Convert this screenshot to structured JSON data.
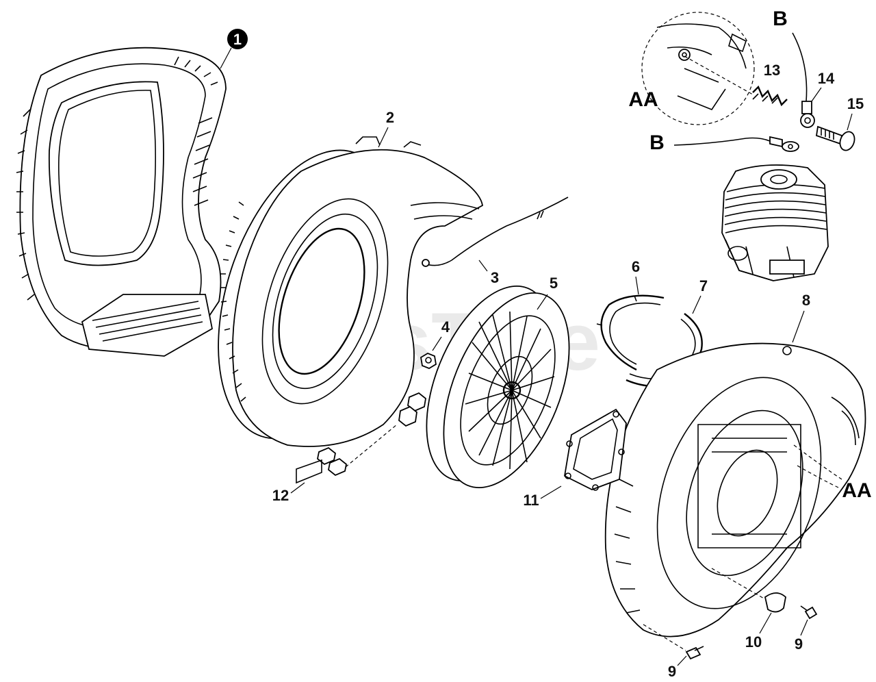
{
  "watermark": "PartsTree",
  "callouts": {
    "c1": "1",
    "c2": "2",
    "c3": "3",
    "c4": "4",
    "c5": "5",
    "c6": "6",
    "c7": "7",
    "c8": "8",
    "c9a": "9",
    "c9b": "9",
    "c10": "10",
    "c11": "11",
    "c12": "12",
    "c13": "13",
    "c14": "14",
    "c15": "15"
  },
  "markers": {
    "aa_detail": "AA",
    "aa_main": "AA",
    "b_top": "B",
    "b_left": "B"
  },
  "colors": {
    "ink": "#000000",
    "background": "#ffffff",
    "watermark": "#d9d9d9"
  }
}
